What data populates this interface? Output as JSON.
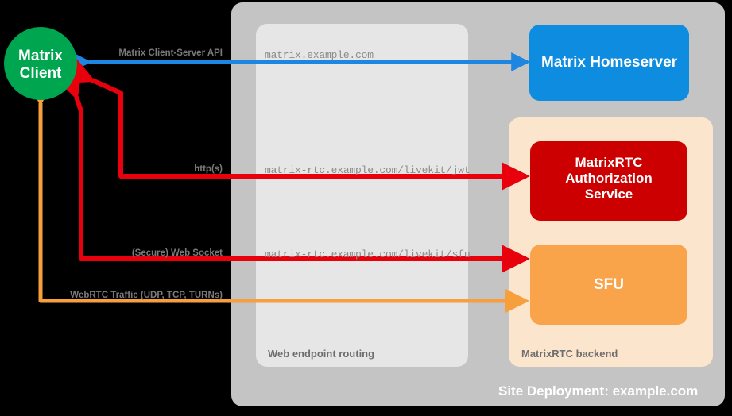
{
  "diagram": {
    "site_label": "Site Deployment: example.com",
    "containers": [
      {
        "id": "site",
        "label": "Site Deployment: example.com",
        "color": "#c4c4c4"
      },
      {
        "id": "web-endpoint-routing",
        "label": "Web endpoint routing",
        "color": "#e6e6e6"
      },
      {
        "id": "matrixrtc-backend",
        "label": "MatrixRTC backend",
        "color": "#fce5cd"
      }
    ],
    "nodes": [
      {
        "id": "matrix-client",
        "label": "Matrix\nClient",
        "line1": "Matrix",
        "line2": "Client",
        "shape": "circle",
        "color": "#00a550"
      },
      {
        "id": "matrix-homeserver",
        "label": "Matrix Homeserver",
        "shape": "rounded-rect",
        "color": "#0d8ce0"
      },
      {
        "id": "matrixrtc-authorization-service",
        "label": "MatrixRTC\nAuthorization\nService",
        "line1": "MatrixRTC",
        "line2": "Authorization",
        "line3": "Service",
        "shape": "rounded-rect",
        "color": "#cc0000"
      },
      {
        "id": "sfu",
        "label": "SFU",
        "shape": "rounded-rect",
        "color": "#f9a34a"
      }
    ],
    "endpoints": [
      {
        "id": "endpoint-matrix",
        "text": "matrix.example.com"
      },
      {
        "id": "endpoint-jwt",
        "text": "matrix-rtc.example.com/livekit/jwt"
      },
      {
        "id": "endpoint-sfu",
        "text": "matrix-rtc.example.com/livekit/sfu"
      }
    ],
    "connections": [
      {
        "id": "conn-cs-api",
        "label": "Matrix Client-Server API",
        "color": "#1c86e0",
        "direction": "bidirectional"
      },
      {
        "id": "conn-https",
        "label": "http(s)",
        "color": "#e8000d",
        "direction": "bidirectional"
      },
      {
        "id": "conn-websocket",
        "label": "(Secure) Web Socket",
        "color": "#e8000d",
        "direction": "bidirectional"
      },
      {
        "id": "conn-webrtc",
        "label": "WebRTC Traffic (UDP, TCP, TURNs)",
        "color": "#f79f3c",
        "direction": "bidirectional"
      }
    ],
    "colors": {
      "background": "#000000",
      "site_container": "#c4c4c4",
      "routing_container": "#e6e6e6",
      "backend_container": "#fce5cd",
      "client": "#00a550",
      "homeserver": "#0d8ce0",
      "auth_service": "#cc0000",
      "sfu": "#f9a34a",
      "blue_arrow": "#1c86e0",
      "red_arrow": "#e8000d",
      "orange_arrow": "#f79f3c",
      "label_text": "#7a7a7a",
      "mono_text": "#8c8c8c"
    }
  }
}
